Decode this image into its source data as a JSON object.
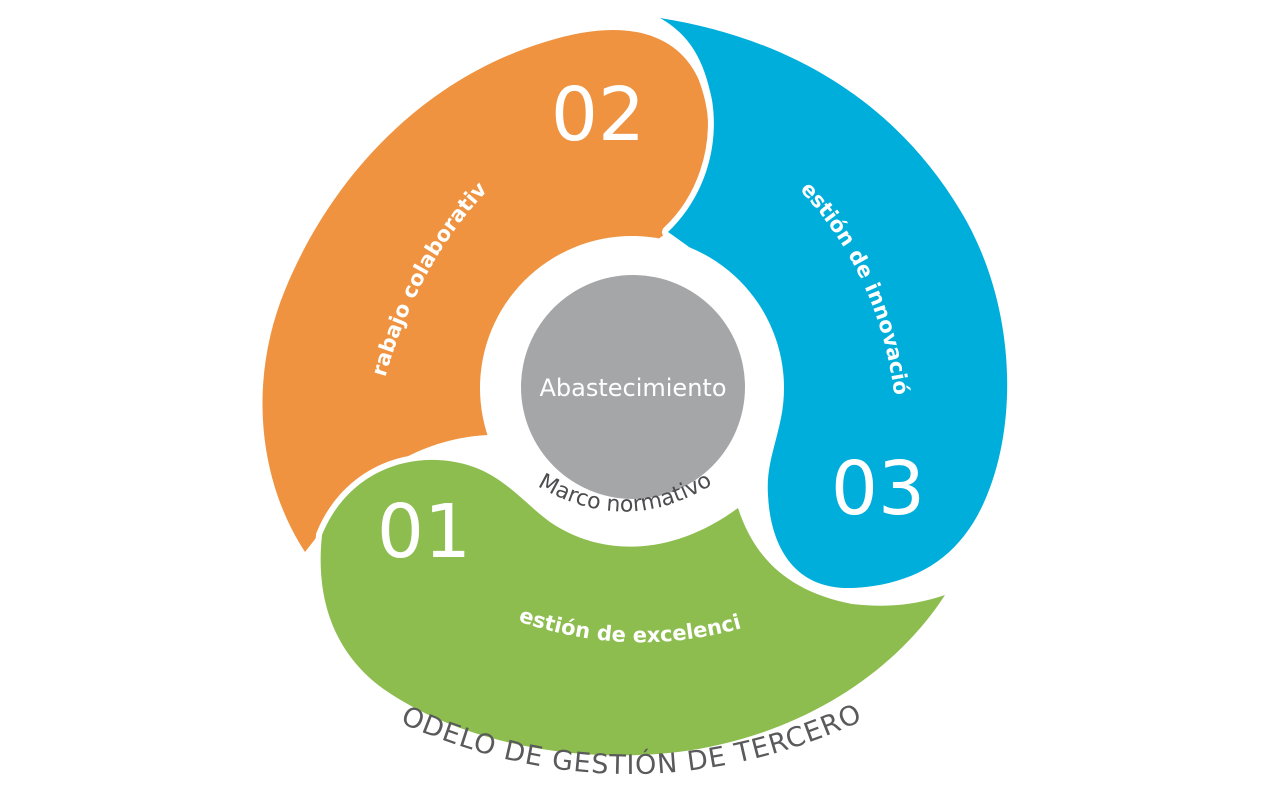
{
  "colors": {
    "orange": "#ef9340",
    "blue": "#00aedb",
    "green": "#8dbd4f",
    "center": "#a5a6a8",
    "gap": "#ffffff",
    "text_dark": "#4d4d4f"
  },
  "segments": {
    "orange": {
      "number": "02",
      "label": "Trabajo colaborativo"
    },
    "blue": {
      "number": "03",
      "label": "Gestión de innovación"
    },
    "green": {
      "number": "01",
      "label": "Gestión de excelencia"
    }
  },
  "center": {
    "label": "Abastecimiento"
  },
  "inner_ring_label": "Marco normativo",
  "footer_title": "MODELO DE GESTIÓN DE TERCEROS"
}
